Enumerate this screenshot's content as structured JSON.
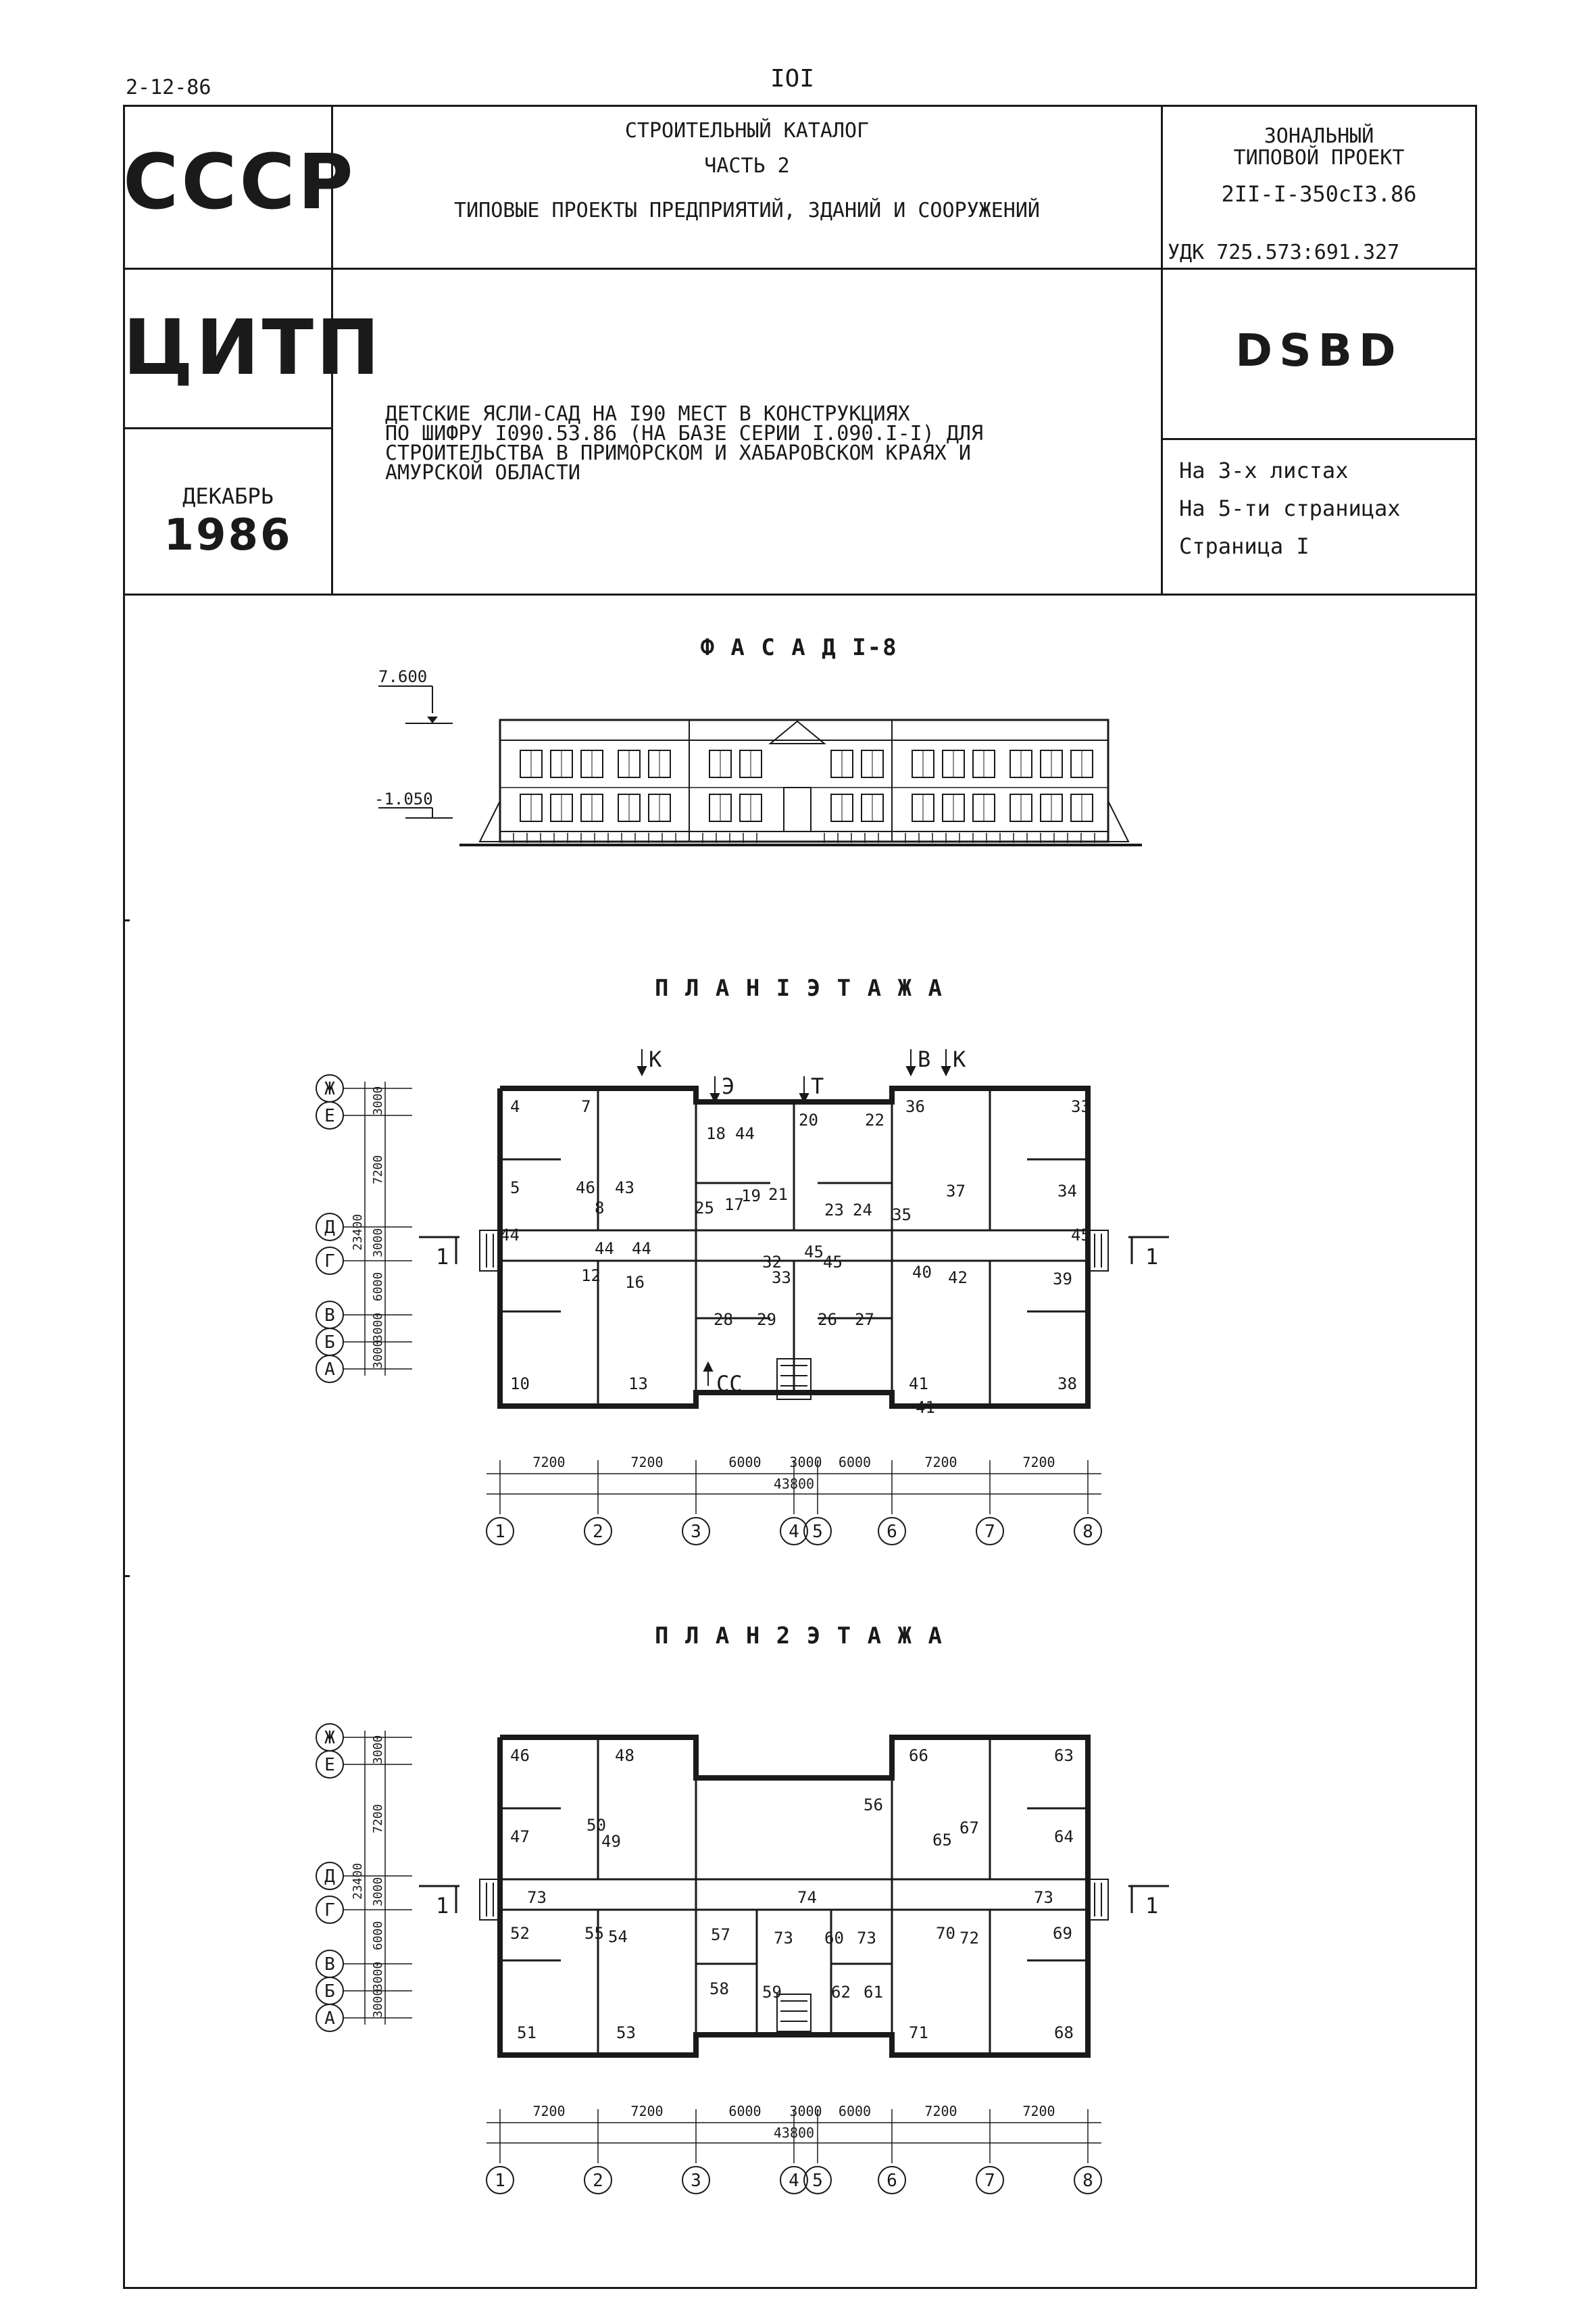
{
  "page_code": "2-12-86",
  "page_number": "IOI",
  "header": {
    "org1": "СССР",
    "org2": "ЦИТП",
    "month": "ДЕКАБРЬ",
    "year": "1986",
    "catalog_title": "СТРОИТЕЛЬНЫЙ КАТАЛОГ",
    "catalog_part": "ЧАСТЬ 2",
    "catalog_subtitle": "ТИПОВЫЕ ПРОЕКТЫ ПРЕДПРИЯТИЙ, ЗДАНИЙ И СООРУЖЕНИЙ",
    "project_type1": "ЗОНАЛЬНЫЙ",
    "project_type2": "ТИПОВОЙ ПРОЕКТ",
    "project_code": "2II-I-350cI3.86",
    "udk": "УДК 725.573:691.327",
    "code_mark": "DSBD",
    "description_lines": [
      "ДЕТСКИЕ ЯСЛИ-САД НА I90 МЕСТ В КОНСТРУКЦИЯХ",
      "ПО ШИФРУ I090.53.86 (НА БАЗЕ СЕРИИ I.090.I-I) ДЛЯ",
      "СТРОИТЕЛЬСТВА В ПРИМОРСКОМ И ХАБАРОВСКОМ КРАЯХ И",
      "АМУРСКОЙ ОБЛАСТИ"
    ],
    "sheets": "На 3-х листах",
    "pages": "На 5-ти страницах",
    "page": "Страница I"
  },
  "facade": {
    "title": "Ф А С А Д   I-8",
    "level_top": "7.600",
    "level_bottom": "-1.050"
  },
  "plan1": {
    "title": "П Л А Н   I   Э Т А Ж А",
    "entrances": [
      "К",
      "Э",
      "Т",
      "В",
      "К",
      "СС"
    ],
    "rooms": [
      "4",
      "7",
      "18",
      "44",
      "20",
      "22",
      "36",
      "33",
      "5",
      "46",
      "43",
      "8",
      "25",
      "17",
      "19",
      "21",
      "23",
      "24",
      "35",
      "37",
      "34",
      "44",
      "45",
      "44",
      "44",
      "45",
      "45",
      "40",
      "42",
      "41",
      "12",
      "16",
      "32",
      "33",
      "39",
      "28",
      "29",
      "26",
      "27",
      "10",
      "13",
      "41",
      "38"
    ],
    "cut_label": "1"
  },
  "plan2": {
    "title": "П Л А Н   2   Э Т А Ж А",
    "rooms": [
      "46",
      "48",
      "66",
      "63",
      "56",
      "47",
      "50",
      "49",
      "65",
      "67",
      "64",
      "73",
      "74",
      "73",
      "52",
      "55",
      "54",
      "57",
      "73",
      "60",
      "73",
      "70",
      "72",
      "69",
      "58",
      "59",
      "62",
      "61",
      "51",
      "53",
      "71",
      "68"
    ],
    "cut_label": "1"
  },
  "axes_rows": [
    "Ж",
    "Е",
    "Д",
    "Г",
    "В",
    "Б",
    "А"
  ],
  "axes_cols": [
    "1",
    "2",
    "3",
    "4",
    "5",
    "6",
    "7",
    "8"
  ],
  "row_dims": [
    "3000",
    "7200",
    "3000",
    "6000",
    "3000",
    "3000"
  ],
  "row_total": "23400",
  "col_dims": [
    "7200",
    "7200",
    "6000",
    "3000",
    "6000",
    "7200",
    "7200"
  ],
  "col_total": "43800"
}
